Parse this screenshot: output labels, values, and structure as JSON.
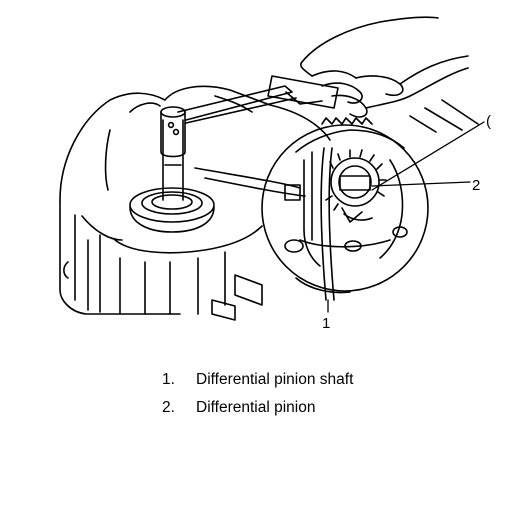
{
  "callouts": {
    "one": "1",
    "two": "2",
    "edge": "("
  },
  "legend": [
    {
      "number": "1.",
      "text": "Differential pinion shaft"
    },
    {
      "number": "2.",
      "text": "Differential pinion"
    }
  ]
}
